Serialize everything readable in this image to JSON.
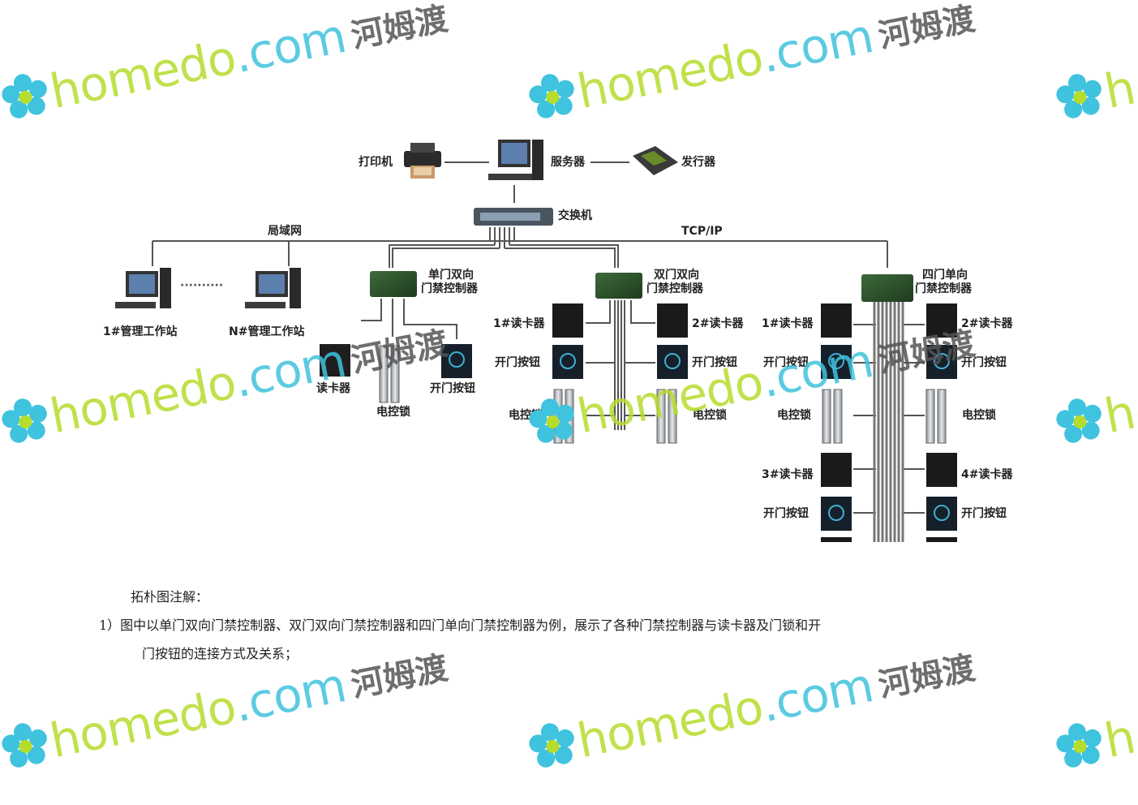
{
  "diagram": {
    "labels": {
      "printer": "打印机",
      "server": "服务器",
      "issuer": "发行器",
      "switch": "交换机",
      "lan": "局域网",
      "tcpip": "TCP/IP",
      "ws1": "1#管理工作站",
      "wsn": "N#管理工作站",
      "dots": "··········",
      "ctrl1": [
        "单门双向",
        "门禁控制器"
      ],
      "ctrl2": [
        "双门双向",
        "门禁控制器"
      ],
      "ctrl4": [
        "四门单向",
        "门禁控制器"
      ],
      "reader": "读卡器",
      "lock": "电控锁",
      "button": "开门按钮",
      "reader1": "1#读卡器",
      "reader2": "2#读卡器",
      "reader3": "3#读卡器",
      "reader4": "4#读卡器"
    }
  },
  "document": {
    "caption": "拓朴图注解：",
    "item1_line1": "1）图中以单门双向门禁控制器、双门双向门禁控制器和四门单向门禁控制器为例，展示了各种门禁控制器与读卡器及门锁和开",
    "item1_line2": "门按钮的连接方式及关系；"
  },
  "watermark": {
    "part1": "homedo",
    "part2": ".com",
    "part3": "河姆渡"
  },
  "colors": {
    "watermark_green": "#b6dc2c",
    "watermark_blue": "#3fc3de",
    "line": "#555555"
  }
}
